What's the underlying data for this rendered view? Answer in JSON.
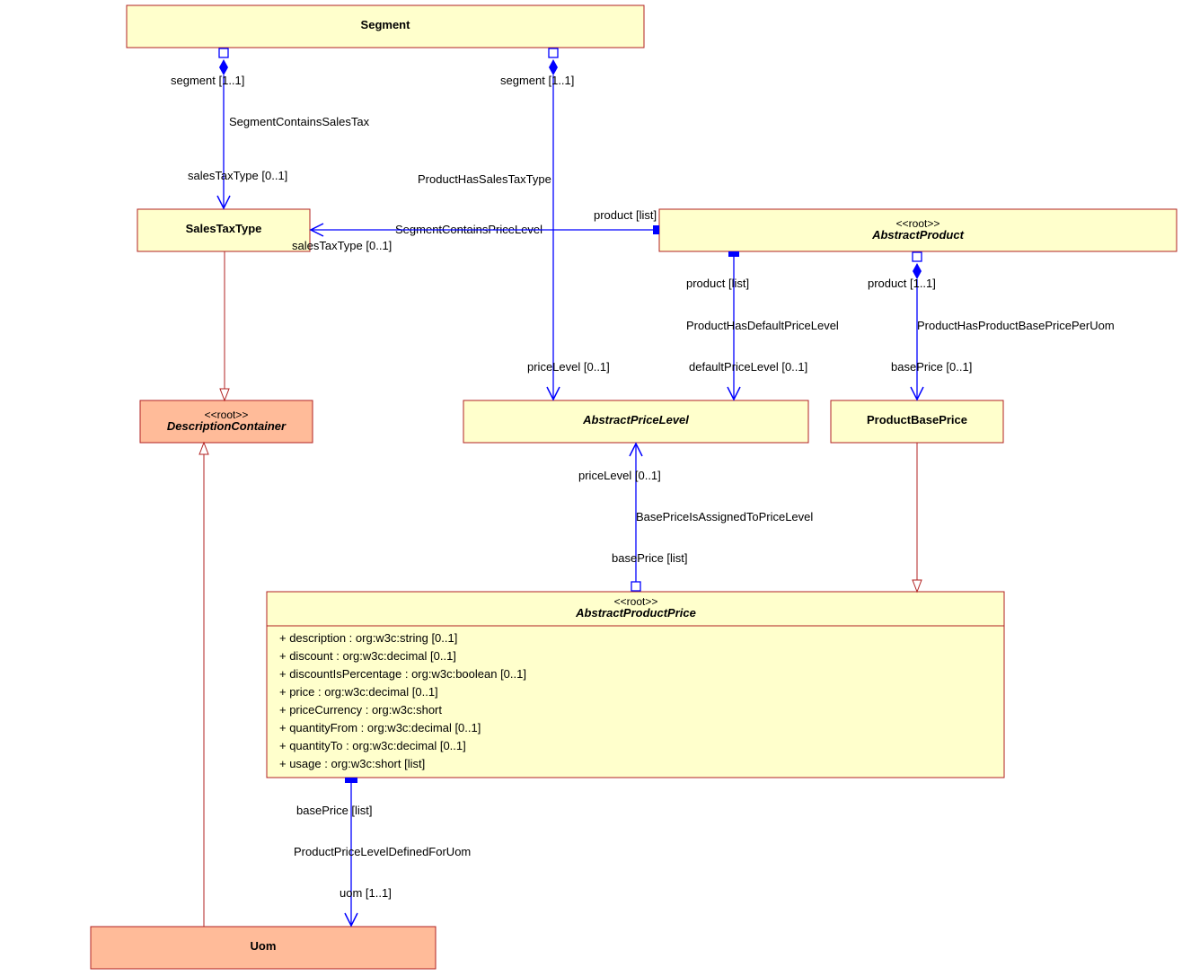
{
  "classes": {
    "segment": {
      "name": "Segment"
    },
    "sales_tax_type": {
      "name": "SalesTaxType"
    },
    "abstract_product": {
      "stereotype": "<<root>>",
      "name": "AbstractProduct"
    },
    "description_container": {
      "stereotype": "<<root>>",
      "name": "DescriptionContainer"
    },
    "abstract_price_level": {
      "name": "AbstractPriceLevel"
    },
    "product_base_price": {
      "name": "ProductBasePrice"
    },
    "abstract_product_price": {
      "stereotype": "<<root>>",
      "name": "AbstractProductPrice",
      "attributes": [
        "+ description : org:w3c:string [0..1]",
        "+ discount : org:w3c:decimal [0..1]",
        "+ discountIsPercentage : org:w3c:boolean [0..1]",
        "+ price : org:w3c:decimal [0..1]",
        "+ priceCurrency : org:w3c:short",
        "+ quantityFrom : org:w3c:decimal [0..1]",
        "+ quantityTo : org:w3c:decimal [0..1]",
        "+ usage : org:w3c:short [list]"
      ]
    },
    "uom": {
      "name": "Uom"
    }
  },
  "associations": {
    "segment_contains_sales_tax": {
      "name": "SegmentContainsSalesTax",
      "source_role": "segment [1..1]",
      "target_role": "salesTaxType [0..1]"
    },
    "product_has_sales_tax_type": {
      "name": "ProductHasSalesTaxType",
      "source_role": "product [list]",
      "target_role": "salesTaxType [0..1]"
    },
    "segment_contains_price_level": {
      "name": "SegmentContainsPriceLevel",
      "source_role": "segment [1..1]",
      "target_role": "priceLevel [0..1]"
    },
    "product_has_default_price_level": {
      "name": "ProductHasDefaultPriceLevel",
      "source_role": "product [list]",
      "target_role": "defaultPriceLevel [0..1]"
    },
    "product_has_product_base_price_per_uom": {
      "name": "ProductHasProductBasePricePerUom",
      "source_role": "product [1..1]",
      "target_role": "basePrice [0..1]"
    },
    "base_price_is_assigned_to_price_level": {
      "name": "BasePriceIsAssignedToPriceLevel",
      "source_role": "basePrice [list]",
      "target_role": "priceLevel [0..1]"
    },
    "product_price_level_defined_for_uom": {
      "name": "ProductPriceLevelDefinedForUom",
      "source_role": "basePrice [list]",
      "target_role": "uom [1..1]"
    }
  },
  "colors": {
    "class_fill": "#ffffcc",
    "root_class_fill": "#ffbb99",
    "class_border": "#b22222",
    "association_line": "#0000ff",
    "generalization_line": "#b22222"
  }
}
